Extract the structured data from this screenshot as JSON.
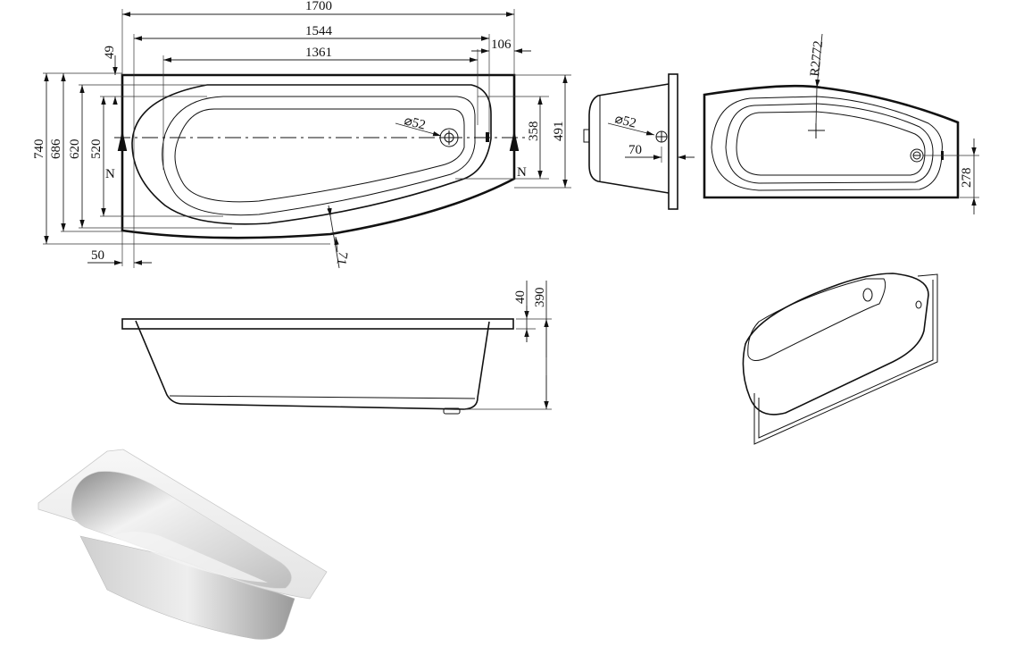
{
  "drawing": {
    "subject": "asymmetric bathtub technical drawing",
    "colors": {
      "line": "#111111",
      "background": "#ffffff"
    },
    "plan_view": {
      "width_dims": [
        {
          "id": "overall_length",
          "label": "1700"
        },
        {
          "id": "inner_length",
          "label": "1544"
        },
        {
          "id": "bowl_length",
          "label": "1361"
        },
        {
          "id": "right_offset",
          "label": "106"
        },
        {
          "id": "top_rim",
          "label": "49"
        },
        {
          "id": "left_rim",
          "label": "50"
        }
      ],
      "height_dims": [
        {
          "id": "overall_width",
          "label": "740"
        },
        {
          "id": "width_686",
          "label": "686"
        },
        {
          "id": "width_620",
          "label": "620"
        },
        {
          "id": "width_520",
          "label": "520"
        },
        {
          "id": "right_358",
          "label": "358"
        },
        {
          "id": "right_491",
          "label": "491"
        }
      ],
      "drain_label": "⌀52",
      "rim_label": "71",
      "marker_left": "N",
      "marker_right": "N"
    },
    "end_view": {
      "drain_label": "⌀52",
      "offset_label": "70"
    },
    "top_view": {
      "radius_label": "R2772",
      "drain_offset_label": "278"
    },
    "side_view": {
      "rim_height_label": "40",
      "total_height_label": "390"
    },
    "iso_views": [
      {
        "id": "underside-iso",
        "label": ""
      },
      {
        "id": "rendered-iso",
        "label": ""
      }
    ]
  }
}
